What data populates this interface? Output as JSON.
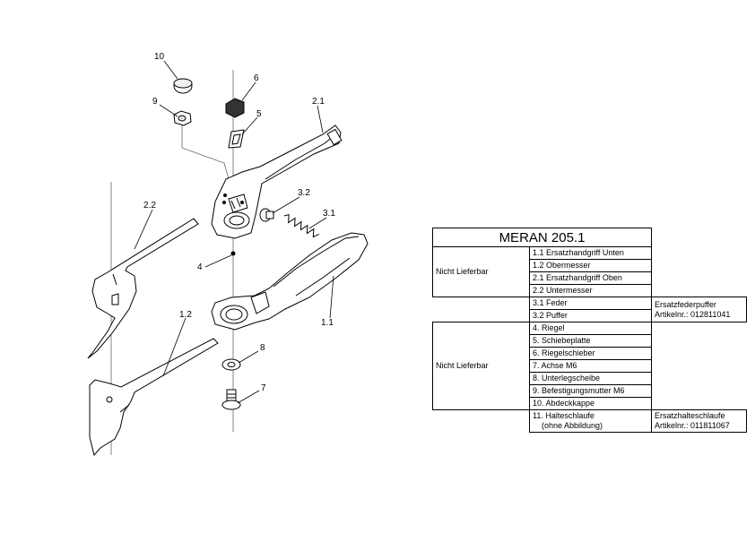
{
  "callouts": {
    "c10": "10",
    "c9": "9",
    "c6": "6",
    "c5": "5",
    "c21": "2.1",
    "c32": "3.2",
    "c31": "3.1",
    "c22": "2.2",
    "c4": "4",
    "c12": "1.2",
    "c11": "1.1",
    "c8": "8",
    "c7": "7"
  },
  "table": {
    "title": "MERAN 205.1",
    "group1_label": "Nicht Lieferbar",
    "group1_items": [
      "1.1 Ersatzhandgriff Unten",
      "1.2 Obermesser",
      "2.1 Ersatzhandgriff Oben",
      "2.2 Untermesser"
    ],
    "spring_item": "3.1 Feder",
    "buffer_item": "3.2 Puffer",
    "spring_note": "Ersatzfederpuffer",
    "spring_article": "Artikelnr.: 012811041",
    "group2_label": "Nicht Lieferbar",
    "group2_items": [
      "4.    Riegel",
      "5.    Schiebeplatte",
      "6.    Riegelschieber",
      "7.    Achse M6",
      "8.    Unterlegscheibe",
      "9.    Befestigungsmutter M6",
      "10. Abdeckkappe"
    ],
    "loop_item_line1": "11. Halteschlaufe",
    "loop_item_line2": "(ohne Abbildung)",
    "loop_note": "Ersatzhalteschlaufe",
    "loop_article": "Artikelnr.: 011811067"
  }
}
